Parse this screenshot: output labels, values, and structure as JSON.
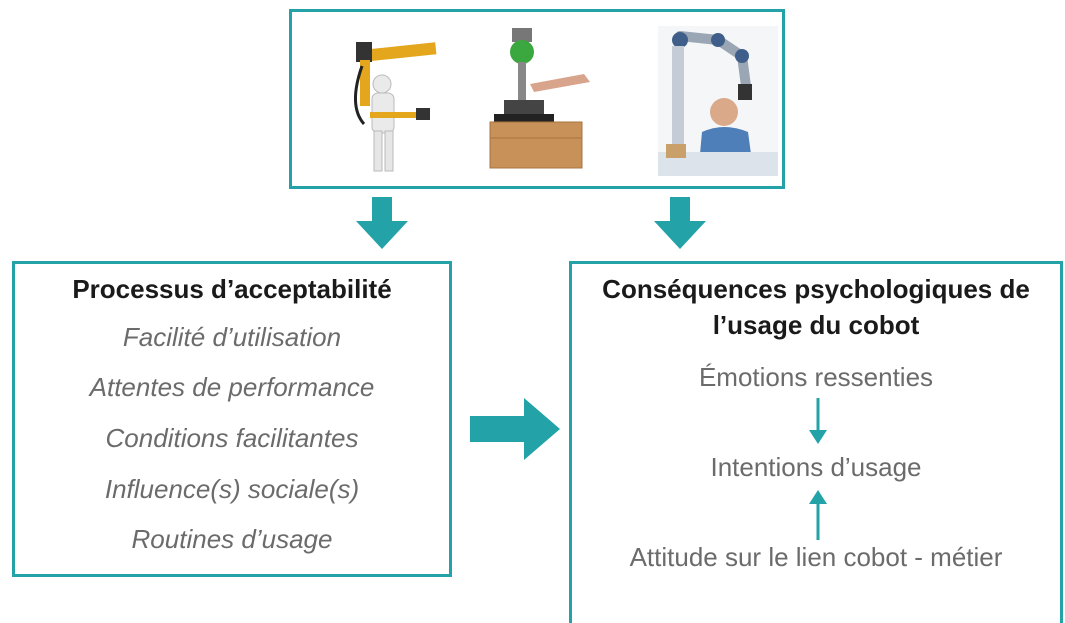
{
  "colors": {
    "accent": "#23a3a8",
    "title_text": "#1a1a1a",
    "body_text": "#6b6b6b"
  },
  "images": [
    {
      "name": "exoskeleton-arm-photo"
    },
    {
      "name": "vacuum-lifter-photo"
    },
    {
      "name": "collaborative-robot-arm-photo"
    }
  ],
  "left_panel": {
    "title": "Processus d’acceptabilité",
    "items": [
      "Facilité d’utilisation",
      "Attentes de performance",
      "Conditions facilitantes",
      "Influence(s) sociale(s)",
      "Routines d’usage"
    ]
  },
  "right_panel": {
    "title_line1": "Conséquences psychologiques de",
    "title_line2": "l’usage du cobot",
    "node_emotions": "Émotions ressenties",
    "node_intentions": "Intentions d’usage",
    "node_attitude": "Attitude sur le lien cobot - métier"
  }
}
